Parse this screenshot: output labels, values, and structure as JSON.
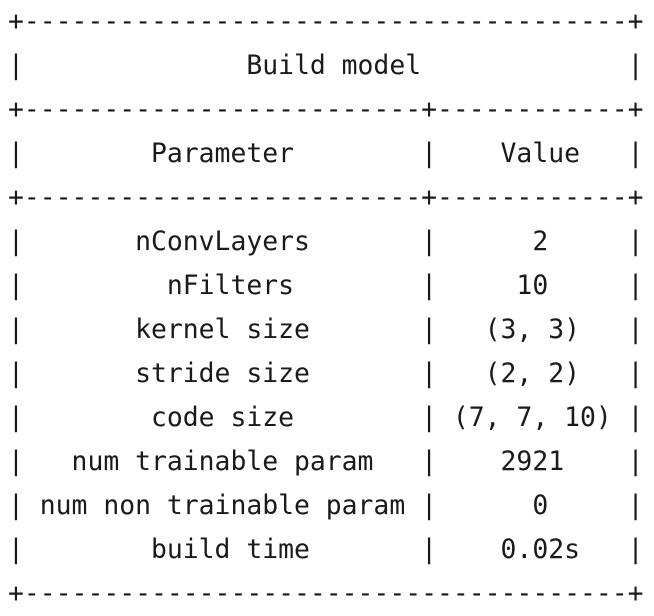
{
  "table": {
    "title": "Build model",
    "header": {
      "col1": "Parameter",
      "col2": "Value"
    },
    "rows": [
      {
        "name": "nConvLayers",
        "value": "2"
      },
      {
        "name": "nFilters",
        "value": "10"
      },
      {
        "name": "kernel size",
        "value": "(3, 3)"
      },
      {
        "name": "stride size",
        "value": "(2, 2)"
      },
      {
        "name": "code size",
        "value": "(7, 7, 10)"
      },
      {
        "name": "num trainable param",
        "value": "2921"
      },
      {
        "name": "num non trainable param",
        "value": "0"
      },
      {
        "name": "build time",
        "value": "0.02s"
      }
    ]
  }
}
